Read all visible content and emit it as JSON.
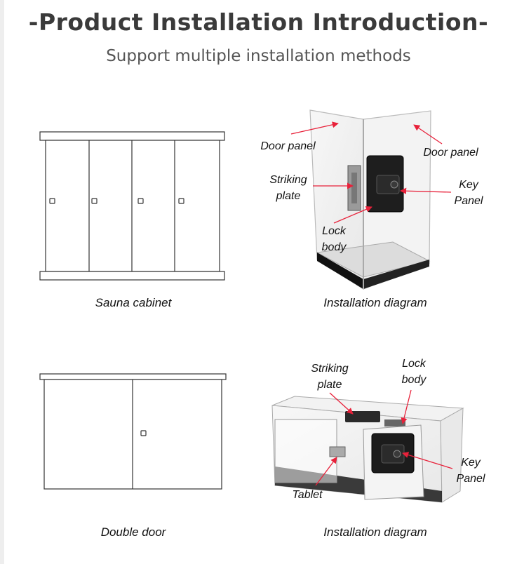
{
  "header": {
    "title": "-Product Installation Introduction-",
    "subtitle": "Support multiple installation methods"
  },
  "section_1": {
    "left_caption": "Sauna cabinet",
    "right_caption": "Installation diagram",
    "callouts": {
      "door_panel_left": "Door panel",
      "door_panel_right": "Door panel",
      "striking_plate": "Striking plate",
      "key_panel": "Key Panel",
      "lock_body": "Lock body"
    }
  },
  "section_2": {
    "left_caption": "Double door",
    "right_caption": "Installation diagram",
    "callouts": {
      "striking_plate": "Striking plate",
      "lock_body": "Lock body",
      "key_panel": "Key Panel",
      "tablet": "Tablet"
    }
  },
  "colors": {
    "arrow": "#e8213a",
    "line": "#333333",
    "title": "#3a3a3a"
  }
}
